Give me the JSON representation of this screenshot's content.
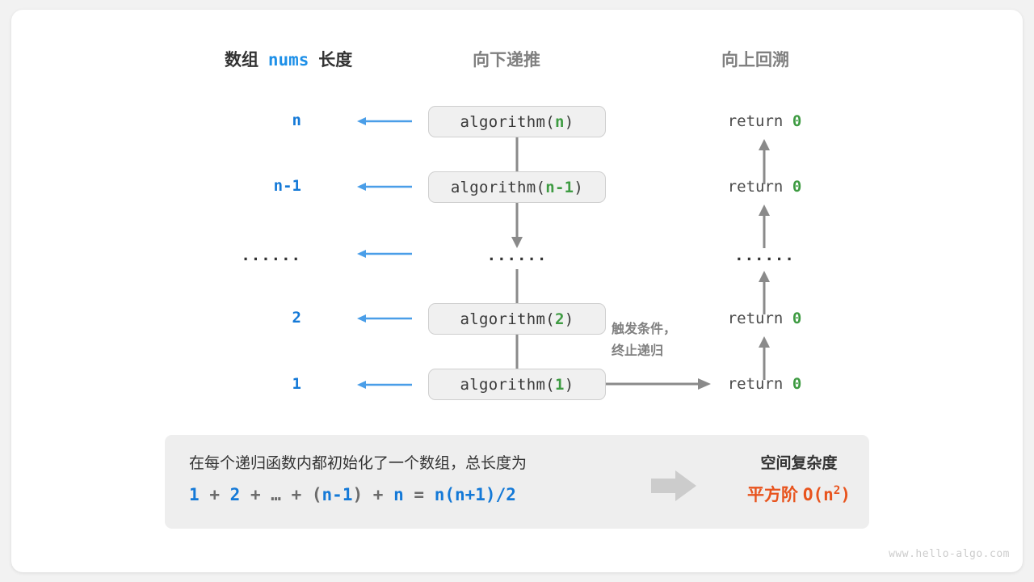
{
  "headers": {
    "left_prefix": "数组",
    "left_code": "nums",
    "left_suffix": "长度",
    "middle": "向下递推",
    "right": "向上回溯"
  },
  "rows": [
    {
      "length": "n",
      "call_prefix": "algorithm(",
      "call_arg": "n",
      "call_suffix": ")",
      "ret_text": "return",
      "ret_value": "0",
      "is_ellipsis": false
    },
    {
      "length": "n-1",
      "call_prefix": "algorithm(",
      "call_arg": "n-1",
      "call_suffix": ")",
      "ret_text": "return",
      "ret_value": "0",
      "is_ellipsis": false
    },
    {
      "length": "······",
      "call_prefix": "",
      "call_arg": "······",
      "call_suffix": "",
      "ret_text": "······",
      "ret_value": "",
      "is_ellipsis": true
    },
    {
      "length": "2",
      "call_prefix": "algorithm(",
      "call_arg": "2",
      "call_suffix": ")",
      "ret_text": "return",
      "ret_value": "0",
      "is_ellipsis": false
    },
    {
      "length": "1",
      "call_prefix": "algorithm(",
      "call_arg": "1",
      "call_suffix": ")",
      "ret_text": "return",
      "ret_value": "0",
      "is_ellipsis": false
    }
  ],
  "note": {
    "line1": "触发条件，",
    "line2": "终止递归"
  },
  "summary": {
    "description": "在每个递归函数内都初始化了一个数组，总长度为",
    "formula": {
      "t1": "1",
      "o1": "+",
      "t2": "2",
      "o2": "+",
      "t3": "…",
      "o3": "+",
      "p1": "(",
      "t4": "n-1",
      "p2": ")",
      "o4": "+",
      "t5": "n",
      "eq": "=",
      "t6": "n(n+1)/2"
    },
    "result_title": "空间复杂度",
    "result_label": "平方阶",
    "result_big_o": "O(n",
    "result_exp": "2",
    "result_close": ")"
  },
  "watermark": "www.hello-algo.com",
  "colors": {
    "blue": "#1479D7",
    "green": "#3E9B42",
    "orange": "#E8541E",
    "gray_arrow": "#8a8a8a",
    "blue_arrow": "#4A9EE8",
    "box_fill": "#f0f0f0",
    "box_border": "#cfcfcf",
    "panel_fill": "#eeeeee"
  }
}
